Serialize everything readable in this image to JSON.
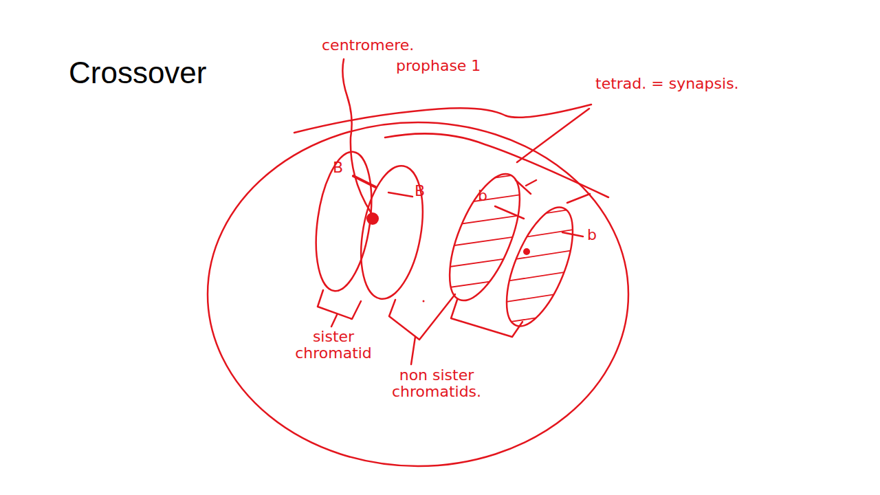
{
  "diagram": {
    "title": "Crossover",
    "labels": [
      "centromere.",
      "prophase 1",
      "tetrad. = synapsis.",
      "B",
      "B",
      "b",
      "b",
      "sister chromatid",
      "non sister chromatids."
    ]
  }
}
